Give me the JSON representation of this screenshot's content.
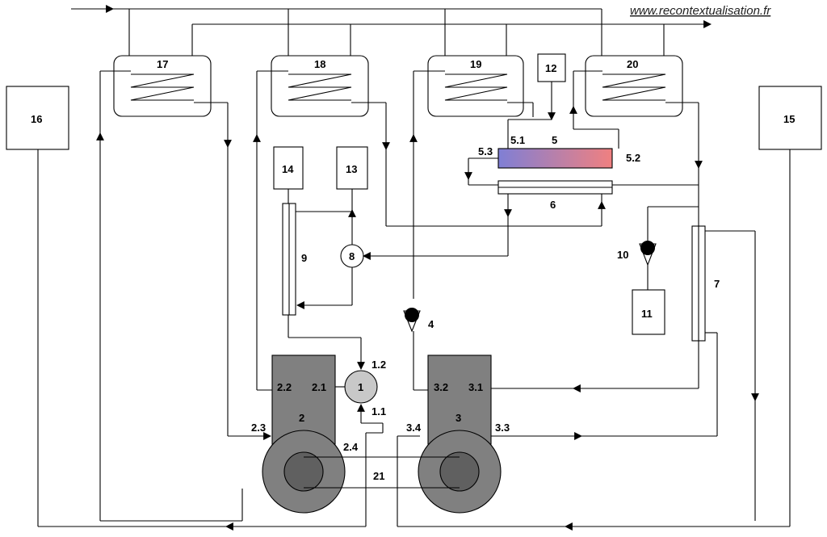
{
  "watermark": "www.recontextualisation.fr",
  "colors": {
    "engine": "#808080",
    "wheel_outer": "#808080",
    "wheel_inner": "#606060",
    "compressor": "#c8c8c8",
    "gradient_cold": "#7f7fd5",
    "gradient_hot": "#f08080"
  },
  "labels": {
    "n1": "1",
    "n1_1": "1.1",
    "n1_2": "1.2",
    "n2": "2",
    "n2_1": "2.1",
    "n2_2": "2.2",
    "n2_3": "2.3",
    "n2_4": "2.4",
    "n3": "3",
    "n3_1": "3.1",
    "n3_2": "3.2",
    "n3_3": "3.3",
    "n3_4": "3.4",
    "n4": "4",
    "n5": "5",
    "n5_1": "5.1",
    "n5_2": "5.2",
    "n5_3": "5.3",
    "n6": "6",
    "n7": "7",
    "n8": "8",
    "n9": "9",
    "n10": "10",
    "n11": "11",
    "n12": "12",
    "n13": "13",
    "n14": "14",
    "n15": "15",
    "n16": "16",
    "n17": "17",
    "n18": "18",
    "n19": "19",
    "n20": "20",
    "n21": "21"
  }
}
